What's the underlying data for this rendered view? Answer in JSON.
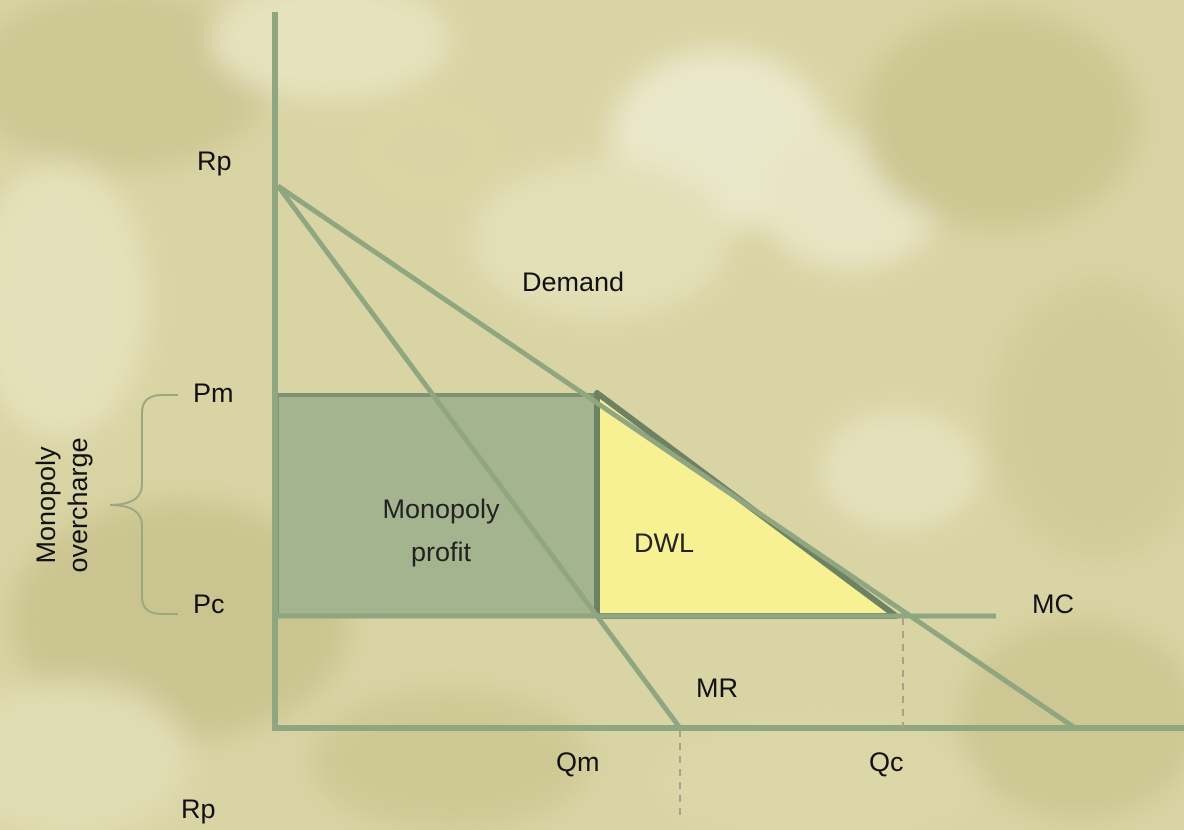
{
  "colors": {
    "background": "#dcd7a8",
    "axis": "#8fa680",
    "curve": "#8fa680",
    "profit_fill": "#a3b48f",
    "profit_border": "#7e9470",
    "dwl_fill": "#f7f194",
    "dwl_border": "#6e8162",
    "text": "#111111"
  },
  "labels": {
    "rp_top": "Rp",
    "pm": "Pm",
    "pc": "Pc",
    "rp_bottom": "Rp",
    "qm": "Qm",
    "qc": "Qc",
    "demand": "Demand",
    "mc": "MC",
    "mr": "MR",
    "dwl": "DWL",
    "profit_line1": "Monopoly",
    "profit_line2": "profit",
    "overcharge_line1": "Monopoly",
    "overcharge_line2": "overcharge"
  }
}
